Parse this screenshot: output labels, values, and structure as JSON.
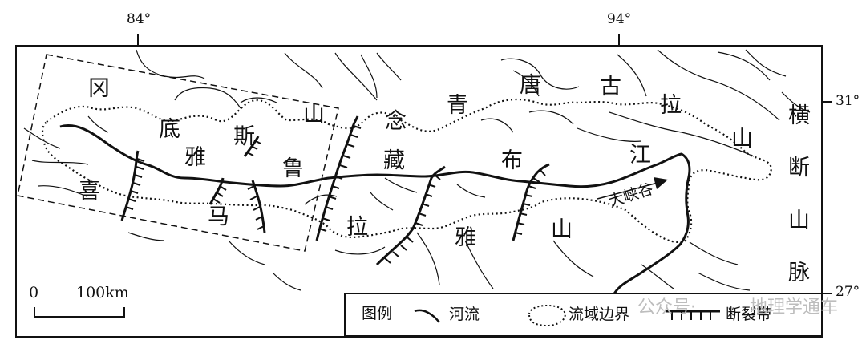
{
  "coordinates": {
    "top_left_lon": "84°",
    "top_right_lon": "94°",
    "right_top_lat": "31°",
    "right_bottom_lat": "27°"
  },
  "mountain_labels": {
    "gangdise": [
      "冈",
      "底",
      "斯",
      "山"
    ],
    "nyainqentanglha": [
      "念",
      "青",
      "唐",
      "古",
      "拉",
      "山"
    ],
    "himalaya": [
      "喜",
      "马",
      "拉",
      "雅",
      "山"
    ],
    "hengduan": [
      "横",
      "断",
      "山",
      "脉"
    ]
  },
  "river_labels": [
    "雅",
    "鲁",
    "藏",
    "布",
    "江"
  ],
  "canyon_label": "大峡谷",
  "scale_bar": {
    "zero": "0",
    "distance": "100km"
  },
  "legend": {
    "title": "图例",
    "river": "河流",
    "basin_boundary": "流域边界",
    "fault_zone": "断裂带"
  },
  "watermark": {
    "left": "公众号·",
    "right": "地理学通车"
  }
}
